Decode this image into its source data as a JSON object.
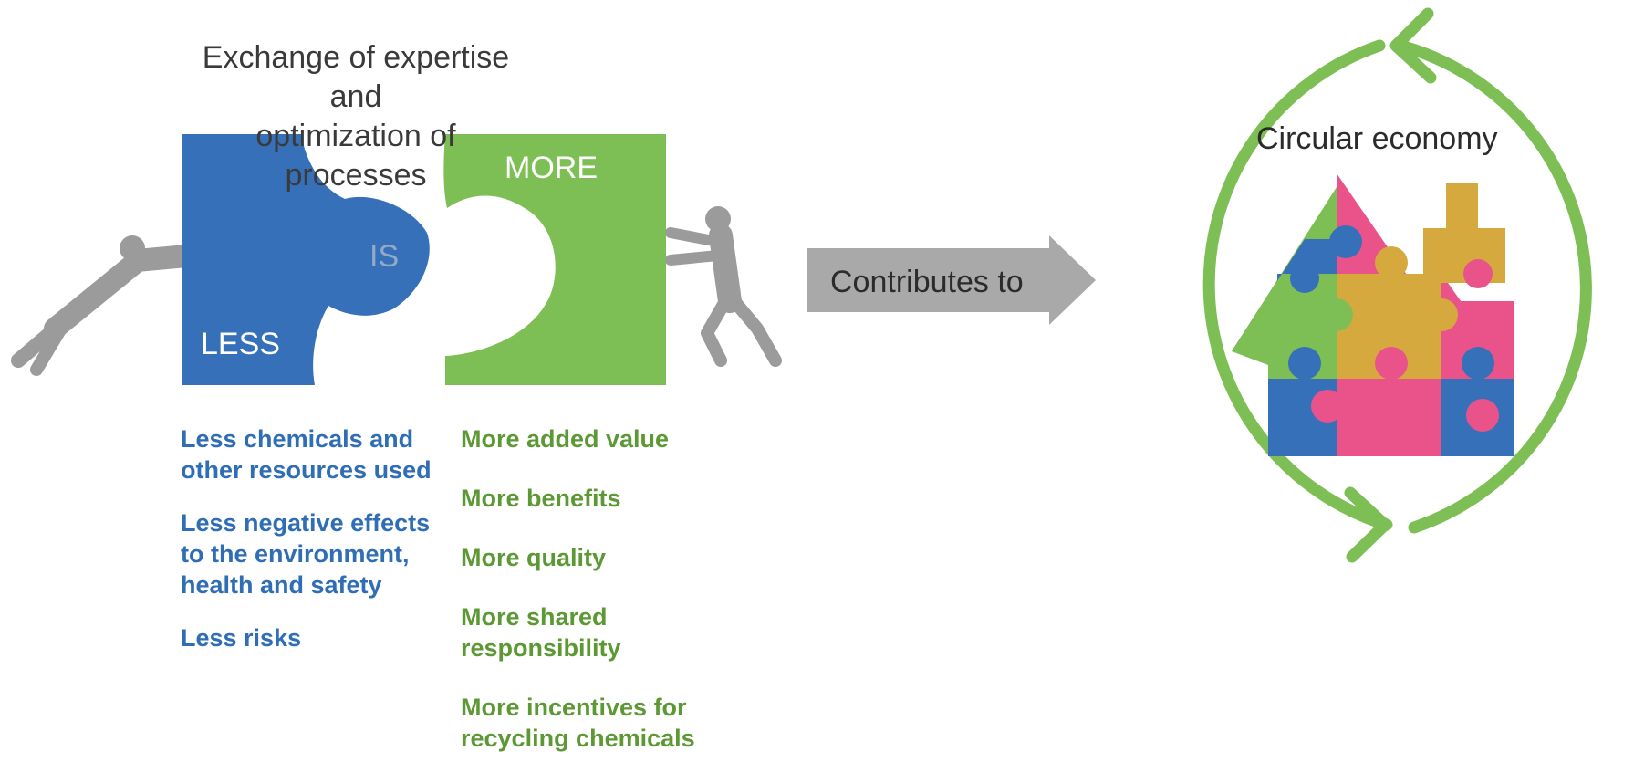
{
  "diagram": {
    "heading": [
      "Exchange of expertise and",
      "optimization of processes"
    ],
    "puzzle": {
      "less_label": "LESS",
      "is_label": "IS",
      "more_label": "MORE"
    },
    "arrow_label": "Contributes to",
    "circle_label": "Circular economy",
    "less_items": [
      "Less chemicals and other resources used",
      "Less negative effects to the environment, health and safety",
      "Less risks"
    ],
    "more_items": [
      "More added value",
      "More benefits",
      "More quality",
      "More shared responsibility",
      "More incentives for recycling chemicals"
    ]
  },
  "colors": {
    "blue": "#2f6db5",
    "green": "#7dbf54",
    "pink": "#e9538a",
    "gold": "#d6a93f",
    "gray": "#9b9b9b",
    "arrow_gray": "#a9a9a9"
  },
  "icons": [
    "person-pushing-left-icon",
    "person-pushing-right-icon",
    "puzzle-house-icon",
    "cycle-arrows-icon"
  ]
}
